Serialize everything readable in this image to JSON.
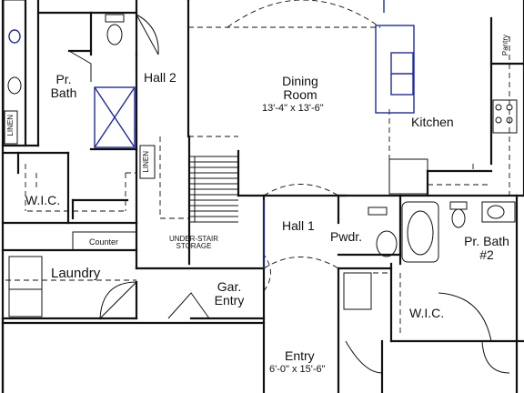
{
  "rooms": {
    "pr_bath": [
      "Pr.",
      "Bath"
    ],
    "hall2": "Hall 2",
    "dining": [
      "Dining",
      "Room"
    ],
    "dining_size": "13'-4\" x 13'-6\"",
    "kitchen": "Kitchen",
    "pantry": "Pantry",
    "linen_left": "LINEN",
    "linen_mid": "LINEN",
    "wic_left": "W.I.C.",
    "counter": "Counter",
    "under_stair": [
      "UNDER-STAIR",
      "STORAGE"
    ],
    "hall1": "Hall 1",
    "pwdr": "Pwdr.",
    "pr_bath2": [
      "Pr. Bath",
      "#2"
    ],
    "laundry": "Laundry",
    "gar_entry": [
      "Gar.",
      "Entry"
    ],
    "wic_right": "W.I.C.",
    "entry": "Entry",
    "entry_size": "6'-0\" x 15'-6\""
  },
  "colors": {
    "wall": "#111111",
    "highlight": "#1f2a9e"
  }
}
